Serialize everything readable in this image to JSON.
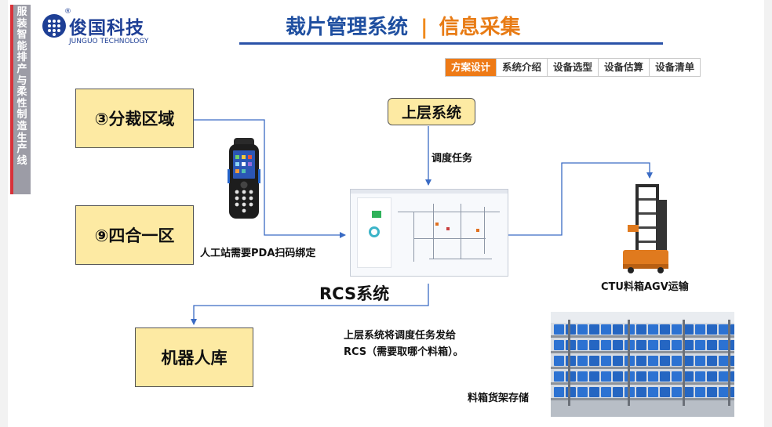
{
  "side_banner": [
    "服",
    "装",
    "智",
    "能",
    "排",
    "产",
    "与",
    "柔",
    "性",
    "制",
    "造",
    "生",
    "产",
    "线"
  ],
  "logo": {
    "cn": "俊国科技",
    "en": "JUNGUO TECHNOLOGY",
    "reg": "®"
  },
  "title": {
    "main": "裁片管理系统",
    "separator": "|",
    "sub": "信息采集"
  },
  "tabs": [
    {
      "label": "方案设计",
      "active": true
    },
    {
      "label": "系统介绍",
      "active": false
    },
    {
      "label": "设备选型",
      "active": false
    },
    {
      "label": "设备估算",
      "active": false
    },
    {
      "label": "设备清单",
      "active": false
    }
  ],
  "nodes": {
    "cutting_area": "③分裁区域",
    "four_in_one": "⑨四合一区",
    "robot_storage": "机器人库",
    "upper_system": "上层系统"
  },
  "labels": {
    "dispatch_task": "调度任务",
    "pda_binding": "人工站需要PDA扫码绑定",
    "rcs_system": "RCS系统",
    "ctu_agv": "CTU料箱AGV运输",
    "note_line1": "上层系统将调度任务发给",
    "note_line2": "RCS（需要取哪个料箱）。",
    "shelf_storage": "料箱货架存储"
  },
  "icons": [
    "pda-device-icon",
    "ctu-agv-robot-icon",
    "bin-shelf-storage-icon",
    "rcs-screen-icon"
  ],
  "colors": {
    "brand_blue": "#1e3f95",
    "title_blue": "#1f4fa0",
    "accent_orange": "#ee7a16",
    "node_fill": "#fdeaa3",
    "arrow_blue": "#3a6bc4",
    "banner_gray": "#9c9ca6",
    "banner_red": "#d8323a"
  }
}
